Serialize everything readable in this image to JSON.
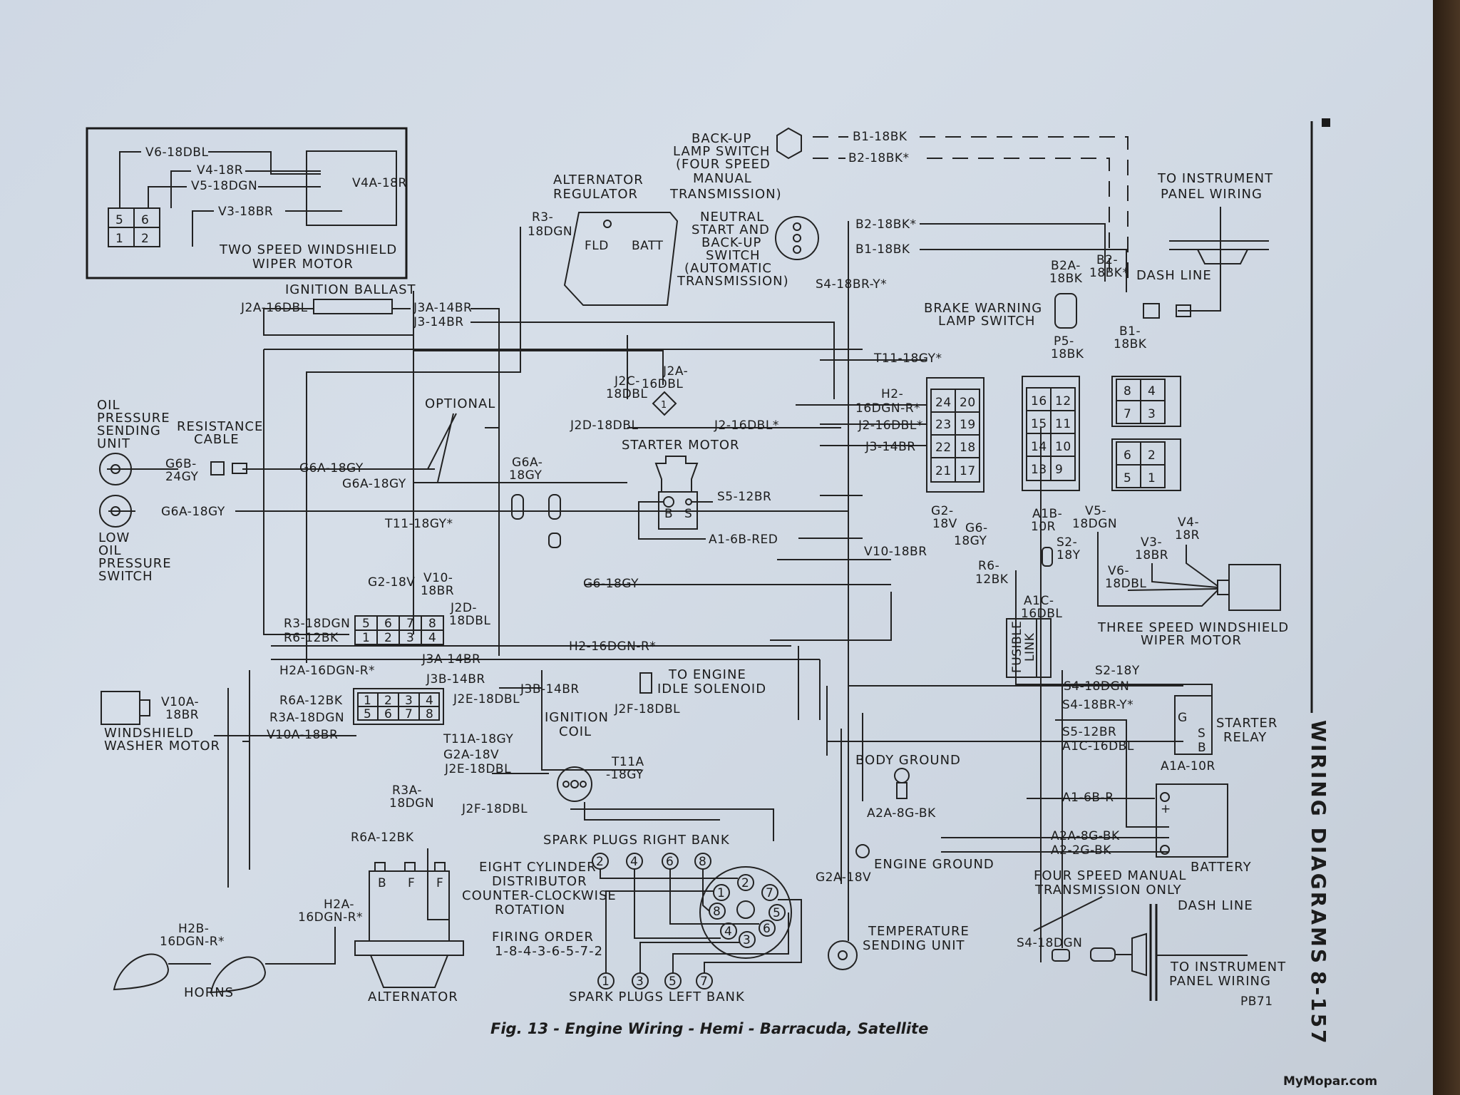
{
  "page": {
    "caption": "Fig. 13 - Engine Wiring - Hemi - Barracuda, Satellite",
    "section_title": "WIRING DIAGRAMS",
    "page_number": "8-157",
    "drawing_code": "PB71",
    "watermark": "MyMopar.com"
  },
  "components": {
    "two_speed_wiper": {
      "line1": "TWO SPEED WINDSHIELD",
      "line2": "WIPER MOTOR",
      "pins": [
        "5",
        "6",
        "1",
        "2"
      ],
      "motor_label": "V4A-18R"
    },
    "ignition_ballast": "IGNITION BALLAST",
    "alternator_regulator": {
      "line1": "ALTERNATOR",
      "line2": "REGULATOR",
      "fld": "FLD",
      "batt": "BATT"
    },
    "backup_lamp_switch": [
      "BACK-UP",
      "LAMP SWITCH",
      "(FOUR SPEED",
      "MANUAL",
      "TRANSMISSION)"
    ],
    "neutral_start_switch": [
      "NEUTRAL",
      "START AND",
      "BACK-UP",
      "SWITCH",
      "(AUTOMATIC",
      "TRANSMISSION)"
    ],
    "to_instrument_panel_top": [
      "TO INSTRUMENT",
      "PANEL WIRING"
    ],
    "dash_line": "DASH LINE",
    "brake_warning": [
      "BRAKE WARNING",
      "LAMP SWITCH"
    ],
    "oil_pressure_sending": [
      "OIL",
      "PRESSURE",
      "SENDING",
      "UNIT"
    ],
    "resistance_cable": [
      "RESISTANCE",
      "CABLE"
    ],
    "optional": "OPTIONAL",
    "low_oil_switch": [
      "LOW",
      "OIL",
      "PRESSURE",
      "SWITCH"
    ],
    "starter_motor": {
      "label": "STARTER MOTOR",
      "b": "B",
      "s": "S"
    },
    "three_speed_wiper": [
      "THREE SPEED WINDSHIELD",
      "WIPER MOTOR"
    ],
    "fusible_link": [
      "FUSIBLE",
      "LINK"
    ],
    "starter_relay": {
      "line1": "STARTER",
      "line2": "RELAY",
      "g": "G",
      "s": "S",
      "b": "B"
    },
    "washer_motor": [
      "WINDSHIELD",
      "WASHER MOTOR"
    ],
    "to_idle_solenoid": [
      "TO ENGINE",
      "IDLE SOLENOID"
    ],
    "ignition_coil": [
      "IGNITION",
      "COIL"
    ],
    "body_ground": "BODY GROUND",
    "engine_ground": "ENGINE GROUND",
    "battery": {
      "label": "BATTERY",
      "plus": "+",
      "minus": "-"
    },
    "four_speed_only": [
      "FOUR SPEED MANUAL",
      "TRANSMISSION ONLY"
    ],
    "to_instrument_panel_bottom": [
      "TO INSTRUMENT",
      "PANEL WIRING"
    ],
    "temp_sending": [
      "TEMPERATURE",
      "SENDING UNIT"
    ],
    "spark_right": "SPARK PLUGS RIGHT BANK",
    "spark_left": "SPARK PLUGS LEFT BANK",
    "distributor": [
      "EIGHT CYLINDER",
      "DISTRIBUTOR",
      "COUNTER-CLOCKWISE",
      "ROTATION"
    ],
    "firing_order": [
      "FIRING ORDER",
      "1-8-4-3-6-5-7-2"
    ],
    "alternator": {
      "label": "ALTERNATOR",
      "terms": [
        "B",
        "F",
        "F"
      ]
    },
    "horns": "HORNS",
    "right_bank_plugs": [
      "2",
      "4",
      "6",
      "8"
    ],
    "left_bank_plugs": [
      "1",
      "3",
      "5",
      "7"
    ],
    "cap_terminals": [
      "2",
      "1",
      "7",
      "8",
      "5",
      "4",
      "6",
      "3"
    ],
    "bulkhead_left_pins": [
      "24",
      "20",
      "23",
      "19",
      "22",
      "18",
      "21",
      "17"
    ],
    "bulkhead_mid_pins": [
      "16",
      "12",
      "15",
      "11",
      "14",
      "10",
      "13",
      "9"
    ],
    "bulkhead_right_a_pins": [
      "8",
      "4",
      "7",
      "3"
    ],
    "bulkhead_right_b_pins": [
      "6",
      "2",
      "5",
      "1"
    ],
    "conn_upper_pins": [
      "5",
      "6",
      "7",
      "8",
      "1",
      "2",
      "3",
      "4"
    ],
    "conn_lower_pins": [
      "1",
      "2",
      "3",
      "4",
      "5",
      "6",
      "7",
      "8"
    ],
    "splice_number": "1"
  },
  "wires": {
    "w01": "V6-18DBL",
    "w02": "V4-18R",
    "w03": "V5-18DGN",
    "w04": "V3-18BR",
    "w05": "B1-18BK",
    "w06": "B2-18BK*",
    "w07": "B2-18BK*",
    "w08": "B1-18BK",
    "w09": "R3-",
    "w10": "18DGN",
    "w11": "J2A-16DBL",
    "w12": "J3A-14BR",
    "w13": "J3-14BR",
    "w14": "S4-18BR-Y*",
    "w15": "B2A-",
    "w16": "18BK",
    "w17": "B2-",
    "w18": "18BK*",
    "w19": "P5-",
    "w20": "18BK",
    "w21": "B1-",
    "w22": "18BK",
    "w23": "T11-18GY*",
    "w24": "J2A-",
    "w25": "16DBL",
    "w26": "J2C-",
    "w27": "18DBL",
    "w28": "J2D-18DBL",
    "w29": "J2-16DBL*",
    "w30": "H2-",
    "w31": "16DGN-R*",
    "w32": "J2-16DBL*",
    "w33": "J3-14BR",
    "w34": "G6B-",
    "w35": "24GY",
    "w36": "G6A-18GY",
    "w37": "G6A-18GY",
    "w38": "G6A-",
    "w39": "18GY",
    "w40": "G6A-18GY",
    "w41": "S5-12BR",
    "w42": "T11-18GY*",
    "w43": "A1-6B-RED",
    "w44": "V10-18BR",
    "w45": "G2-",
    "w46": "18V",
    "w47": "G6-",
    "w48": "18GY",
    "w49": "A1B-",
    "w50": "10R",
    "w51": "S2-",
    "w52": "18Y",
    "w53": "V5-",
    "w54": "18DGN",
    "w55": "V3-",
    "w56": "18BR",
    "w57": "V4-",
    "w58": "18R",
    "w59": "V6-",
    "w60": "18DBL",
    "w61": "G6-18GY",
    "w62": "R6-",
    "w63": "12BK",
    "w64": "A1C-",
    "w65": "16DBL",
    "w66": "G2-18V",
    "w67": "V10-",
    "w68": "18BR",
    "w69": "J2D-",
    "w70": "18DBL",
    "w71": "R3-18DGN",
    "w72": "R6-12BK",
    "w73": "H2-16DGN-R*",
    "w74": "J3A-14BR",
    "w75": "S2-18Y",
    "w76": "S4-18DGN",
    "w77": "S4-18BR-Y*",
    "w78": "S5-12BR",
    "w79": "A1C-16DBL",
    "w80": "A1A-10R",
    "w81": "H2A-16DGN-R*",
    "w82": "J3B-14BR",
    "w83": "V10A-",
    "w84": "18BR",
    "w85": "R6A-12BK",
    "w86": "J2E-18DBL",
    "w87": "R3A-18DGN",
    "w88": "J3B-14BR",
    "w89": "V10A-18BR",
    "w90": "T11A-18GY",
    "w91": "G2A-18V",
    "w92": "J2E-18DBL",
    "w93": "J2F-18DBL",
    "w94": "T11A",
    "w95": "-18GY",
    "w96": "R3A-",
    "w97": "18DGN",
    "w98": "J2F-18DBL",
    "w99": "R6A-12BK",
    "w100": "A1-6B-R",
    "w101": "A2A-8G-BK",
    "w102": "A2A-8G-BK",
    "w103": "A2-2G-BK",
    "w104": "G2A-18V",
    "w105": "S4-18DGN",
    "w106": "H2A-",
    "w107": "16DGN-R*",
    "w108": "H2B-",
    "w109": "16DGN-R*"
  }
}
